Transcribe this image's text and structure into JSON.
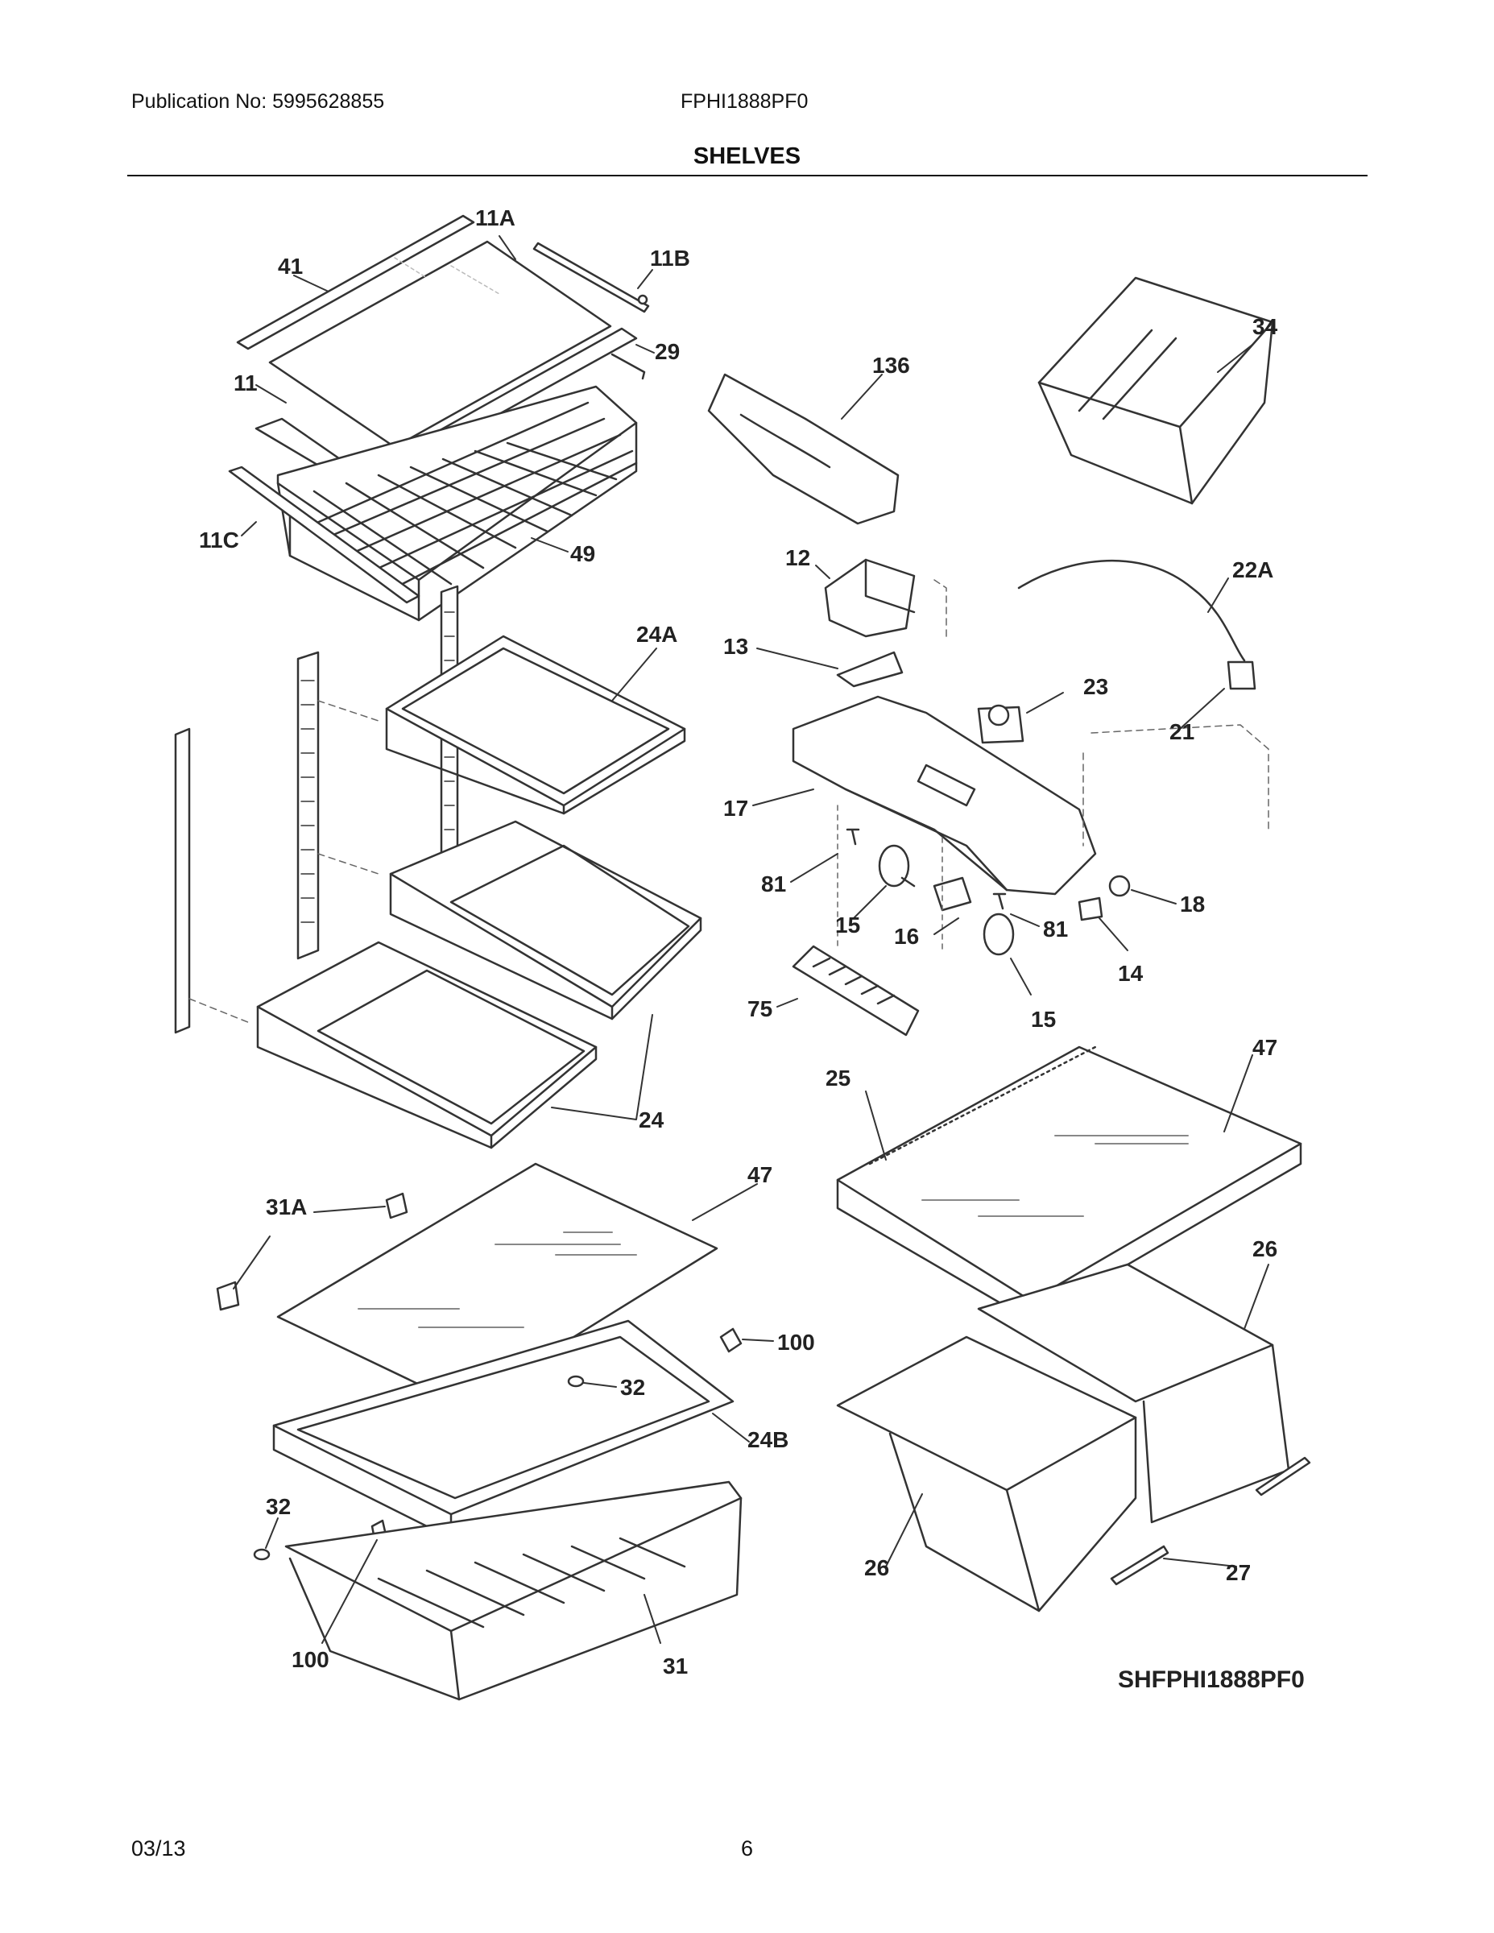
{
  "header": {
    "publication": "Publication No: 5995628855",
    "model": "FPHI1888PF0",
    "section_title": "SHELVES"
  },
  "diagram_code": "SHFPHI1888PF0",
  "callouts": {
    "c11A": "11A",
    "c41": "41",
    "c11B": "11B",
    "c29": "29",
    "c11": "11",
    "c11C": "11C",
    "c49": "49",
    "c136": "136",
    "c34": "34",
    "c12": "12",
    "c22A": "22A",
    "c13": "13",
    "c24A": "24A",
    "c23": "23",
    "c21": "21",
    "c17": "17",
    "c81a": "81",
    "c15a": "15",
    "c16": "16",
    "c81b": "81",
    "c18": "18",
    "c14": "14",
    "c75": "75",
    "c15b": "15",
    "c24": "24",
    "c25": "25",
    "c47a": "47",
    "c47b": "47",
    "c31A": "31A",
    "c26a": "26",
    "c100a": "100",
    "c32a": "32",
    "c24B": "24B",
    "c32b": "32",
    "c26b": "26",
    "c27": "27",
    "c100b": "100",
    "c31": "31"
  },
  "footer": {
    "date": "03/13",
    "page": "6"
  }
}
